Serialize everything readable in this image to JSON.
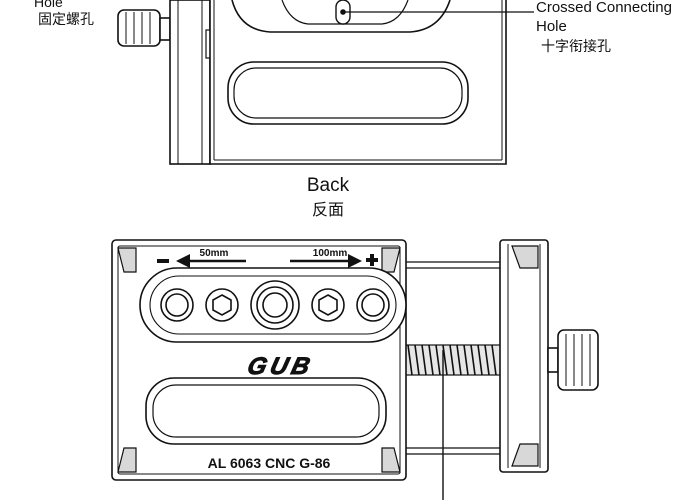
{
  "back_view": {
    "left_label_en": "Hole",
    "left_label_zh": "固定螺孔",
    "right_label_en_line1": "Crossed Connecting",
    "right_label_en_line2": "Hole",
    "right_label_zh": "十字衔接孔",
    "caption_en": "Back",
    "caption_zh": "反面"
  },
  "front_view": {
    "scale_min_label": "50mm",
    "scale_max_label": "100mm",
    "minus_sign": "−",
    "plus_sign": "+",
    "logo_text": "GUB",
    "model_text": "AL 6063 CNC G-86"
  },
  "colors": {
    "ink": "#111111",
    "paper": "#ffffff",
    "shade": "#d8d8d8"
  }
}
